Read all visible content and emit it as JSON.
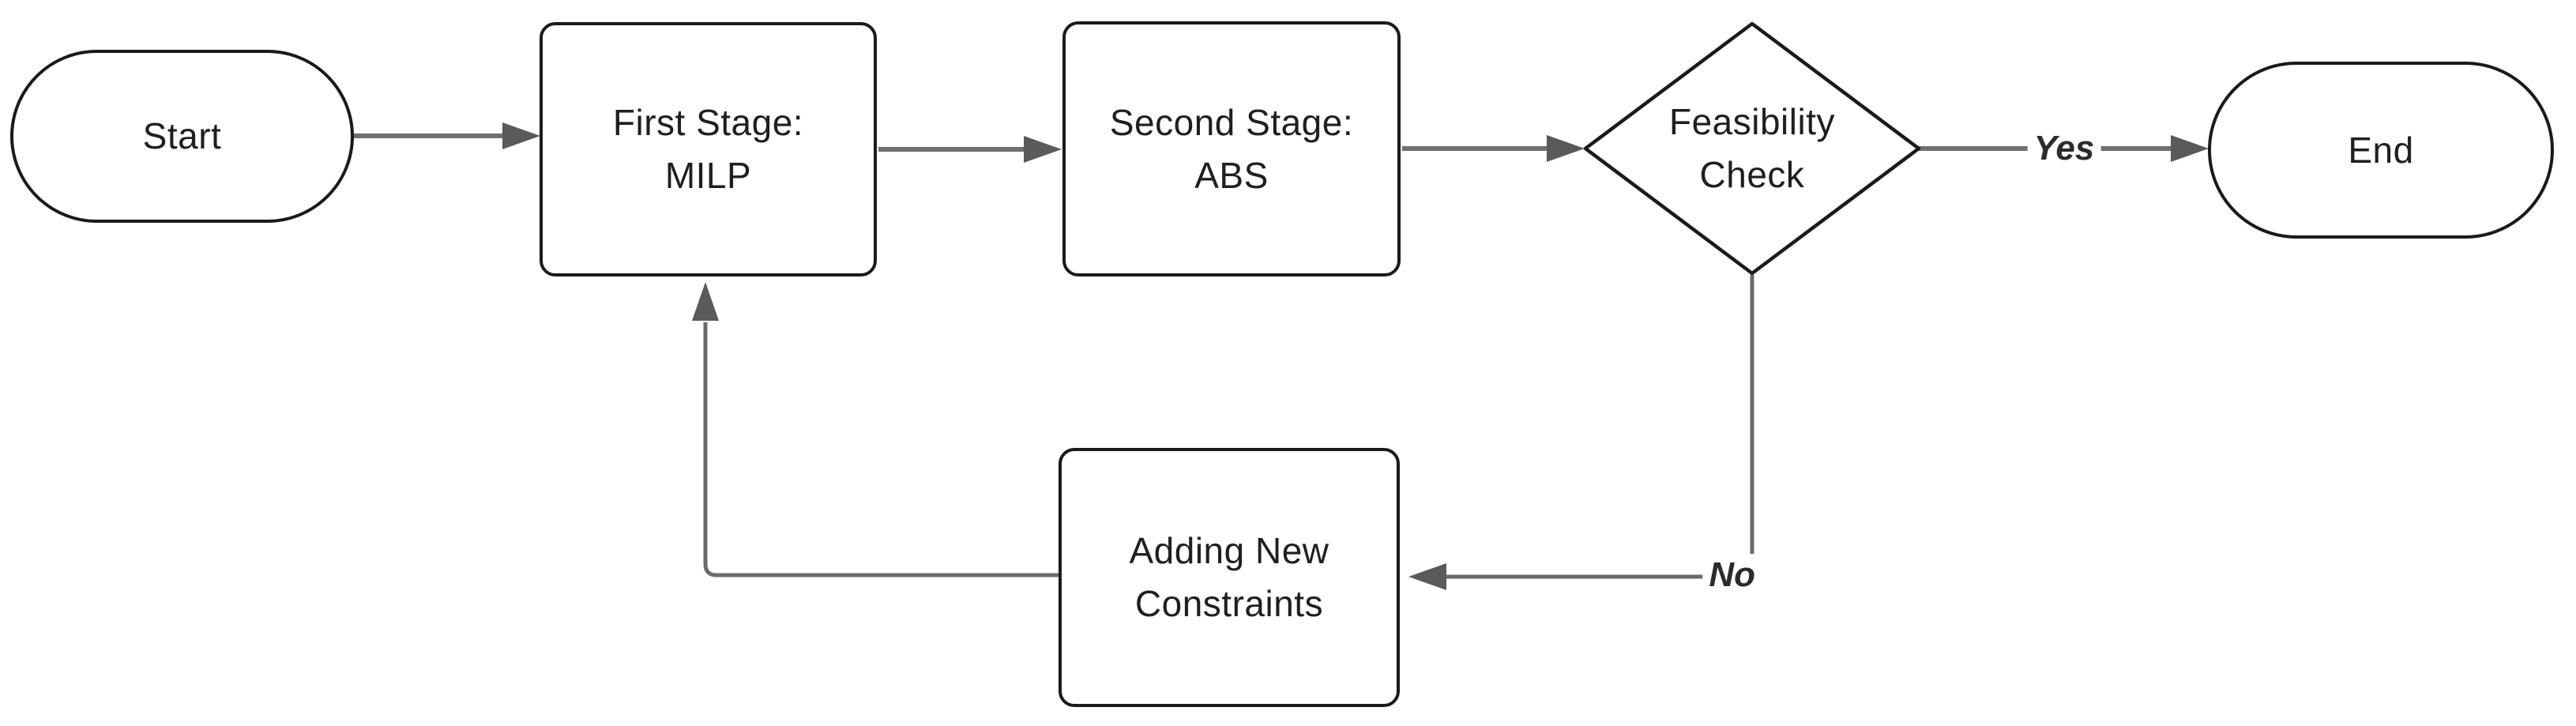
{
  "diagram": {
    "type": "flowchart",
    "background": "#ffffff",
    "nodes": [
      {
        "id": "start",
        "shape": "terminator",
        "label": "Start"
      },
      {
        "id": "first-stage",
        "shape": "process",
        "line1": "First Stage:",
        "line2": "MILP"
      },
      {
        "id": "second-stage",
        "shape": "process",
        "line1": "Second Stage:",
        "line2": "ABS"
      },
      {
        "id": "feasibility-check",
        "shape": "decision",
        "line1": "Feasibility",
        "line2": "Check"
      },
      {
        "id": "end",
        "shape": "terminator",
        "label": "End"
      },
      {
        "id": "adding-constraints",
        "shape": "process",
        "line1": "Adding New",
        "line2": "Constraints"
      }
    ],
    "edges": [
      {
        "from": "start",
        "to": "first-stage",
        "label": ""
      },
      {
        "from": "first-stage",
        "to": "second-stage",
        "label": ""
      },
      {
        "from": "second-stage",
        "to": "feasibility-check",
        "label": ""
      },
      {
        "from": "feasibility-check",
        "to": "end",
        "label": "Yes"
      },
      {
        "from": "feasibility-check",
        "to": "adding-constraints",
        "label": "No"
      },
      {
        "from": "adding-constraints",
        "to": "first-stage",
        "label": ""
      }
    ],
    "colors": {
      "node_fill": "#ffffff",
      "node_border": "#1a1a1a",
      "connector": "#6f6f6f",
      "arrowhead": "#5a5a5a",
      "node_text": "#1f1f1f",
      "edge_label_text": "#2b2b2b"
    }
  }
}
